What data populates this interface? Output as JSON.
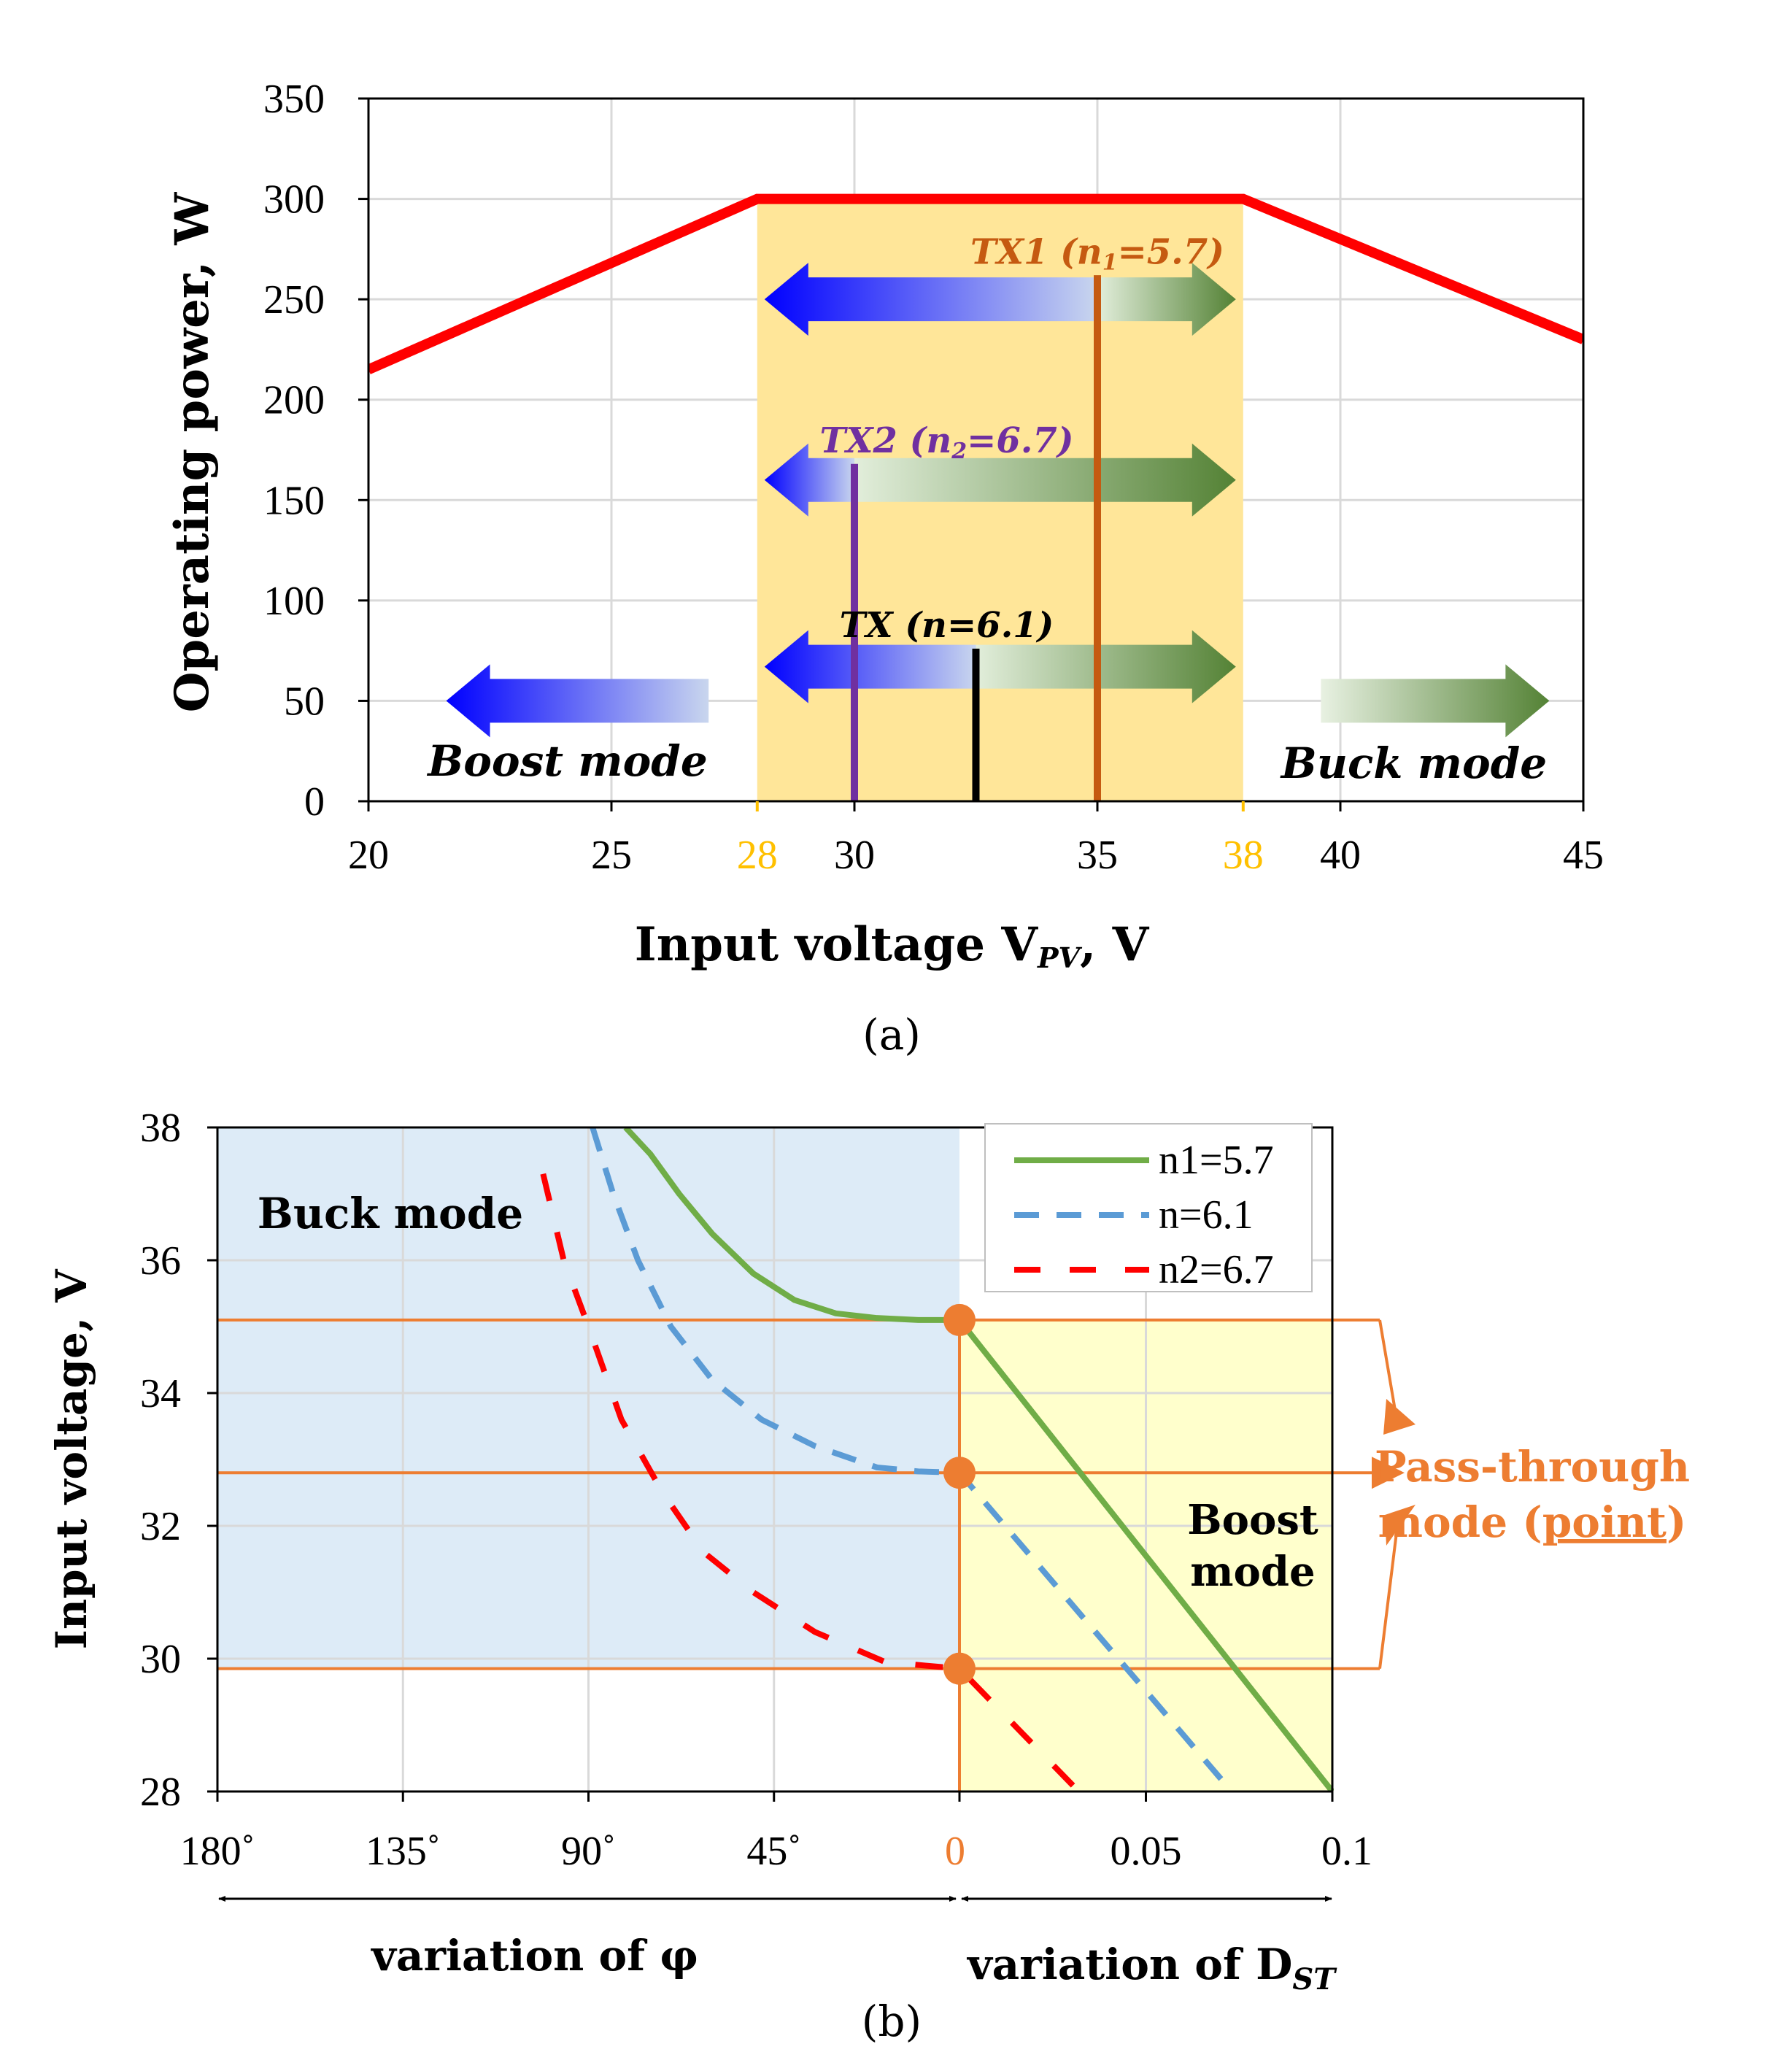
{
  "chart_data": [
    {
      "panel_label": "(a)",
      "type": "line",
      "xlabel": "Input voltage V",
      "xlabel_sub": "PV",
      "xlabel_unit": ", V",
      "ylabel": "Operating power, W",
      "xlim": [
        20,
        45
      ],
      "ylim": [
        0,
        350
      ],
      "xticks": [
        20,
        25,
        30,
        35,
        40,
        45
      ],
      "yticks": [
        0,
        50,
        100,
        150,
        200,
        250,
        300,
        350
      ],
      "extra_xticks": [
        28,
        38
      ],
      "grid": true,
      "highlight_band": [
        28,
        38
      ],
      "power_profile": {
        "x": [
          20,
          28,
          38,
          45
        ],
        "y": [
          215,
          300,
          300,
          230
        ]
      },
      "transformers": [
        {
          "label": "TX1",
          "n_label": "n",
          "n_sub": "1",
          "n_value": "=5.7",
          "x": 35,
          "y_top": 262,
          "color": "#c55a11"
        },
        {
          "label": "TX2",
          "n_label": "n",
          "n_sub": "2",
          "n_value": "=6.7",
          "x": 30,
          "y_top": 168,
          "color": "#7030a0"
        },
        {
          "label": "TX",
          "n_label": "n",
          "n_sub": "",
          "n_value": "=6.1",
          "x": 32.5,
          "y_top": 76,
          "color": "#000000"
        }
      ],
      "mode_arrows_y": [
        250,
        160,
        67
      ],
      "modes": {
        "boost": "Boost mode",
        "buck": "Buck mode"
      },
      "colors": {
        "profile": "#ff0000",
        "band": "#ffe699",
        "boost": "#0000ff",
        "buck": "#548235",
        "extra_tick": "#ffc000"
      }
    },
    {
      "panel_label": "(b)",
      "type": "line",
      "ylabel": "Input voltage, V",
      "ylim": [
        28,
        38
      ],
      "yticks": [
        28,
        30,
        32,
        34,
        36,
        38
      ],
      "x_left_ticks": [
        "180˚",
        "135˚",
        "90˚",
        "45˚"
      ],
      "x_left_values": [
        180,
        135,
        90,
        45
      ],
      "x_zero_label": "0",
      "x_right_ticks": [
        "0.05",
        "0.1"
      ],
      "x_right_values": [
        0.05,
        0.1
      ],
      "left_axis_label": "variation of φ",
      "right_axis_label": "variation of D",
      "right_axis_label_sub": "ST",
      "region_labels": {
        "buck": "Buck mode",
        "boost_line1": "Boost",
        "boost_line2": "mode"
      },
      "passthrough_label_line1": "Pass-through",
      "passthrough_label_line2": "mode (",
      "passthrough_label_underlined": "point",
      "passthrough_label_end": ")",
      "series": [
        {
          "name": "n1=5.7",
          "style": "solid",
          "color": "#70ad47",
          "phi": [
            [
              81,
              38
            ],
            [
              75,
              37.6
            ],
            [
              68,
              37.0
            ],
            [
              60,
              36.4
            ],
            [
              50,
              35.8
            ],
            [
              40,
              35.4
            ],
            [
              30,
              35.2
            ],
            [
              20,
              35.13
            ],
            [
              10,
              35.1
            ],
            [
              0,
              35.1
            ]
          ],
          "dst": [
            [
              0,
              35.1
            ],
            [
              0.1,
              28
            ]
          ]
        },
        {
          "name": "n=6.1",
          "style": "dashed",
          "color": "#5b9bd5",
          "phi": [
            [
              89,
              38
            ],
            [
              84,
              37.0
            ],
            [
              78,
              36.0
            ],
            [
              70,
              35.0
            ],
            [
              60,
              34.2
            ],
            [
              48,
              33.6
            ],
            [
              35,
              33.2
            ],
            [
              20,
              32.88
            ],
            [
              10,
              32.82
            ],
            [
              0,
              32.8
            ]
          ],
          "dst": [
            [
              0,
              32.8
            ],
            [
              0.073,
              28
            ]
          ]
        },
        {
          "name": "n2=6.7",
          "style": "dashed",
          "color": "#ff0000",
          "phi": [
            [
              101,
              37.3
            ],
            [
              96,
              36.0
            ],
            [
              90,
              35.0
            ],
            [
              82,
              33.6
            ],
            [
              72,
              32.5
            ],
            [
              62,
              31.6
            ],
            [
              50,
              31.0
            ],
            [
              35,
              30.4
            ],
            [
              18,
              29.95
            ],
            [
              0,
              29.85
            ]
          ],
          "dst": [
            [
              0,
              29.85
            ],
            [
              0.032,
              28
            ]
          ]
        }
      ],
      "passthrough_points_v": [
        35.1,
        32.8,
        29.85
      ],
      "colors": {
        "buck_region": "#ddebf7",
        "boost_region": "#ffffcc",
        "guide": "#ed7d31",
        "zero_label": "#ed7d31"
      }
    }
  ]
}
